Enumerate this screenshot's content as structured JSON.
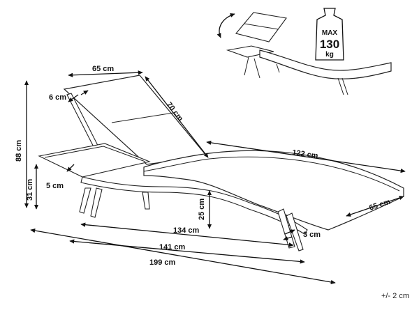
{
  "dimensions": {
    "backrest_width": "65 cm",
    "frame_thickness": "6 cm",
    "backrest_length": "70 cm",
    "total_height": "88 cm",
    "seat_length": "122 cm",
    "seat_height": "31 cm",
    "leg_offset": "5 cm",
    "seat_width": "65 cm",
    "ground_clearance": "25 cm",
    "leg_width": "3 cm",
    "length_134": "134 cm",
    "length_141": "141 cm",
    "total_length": "199 cm"
  },
  "weight_badge": {
    "line1": "MAX",
    "line2": "130",
    "line3": "kg"
  },
  "tolerance": "+/- 2 cm",
  "icons": [
    "rotate-arrow-icon",
    "weight-icon"
  ]
}
